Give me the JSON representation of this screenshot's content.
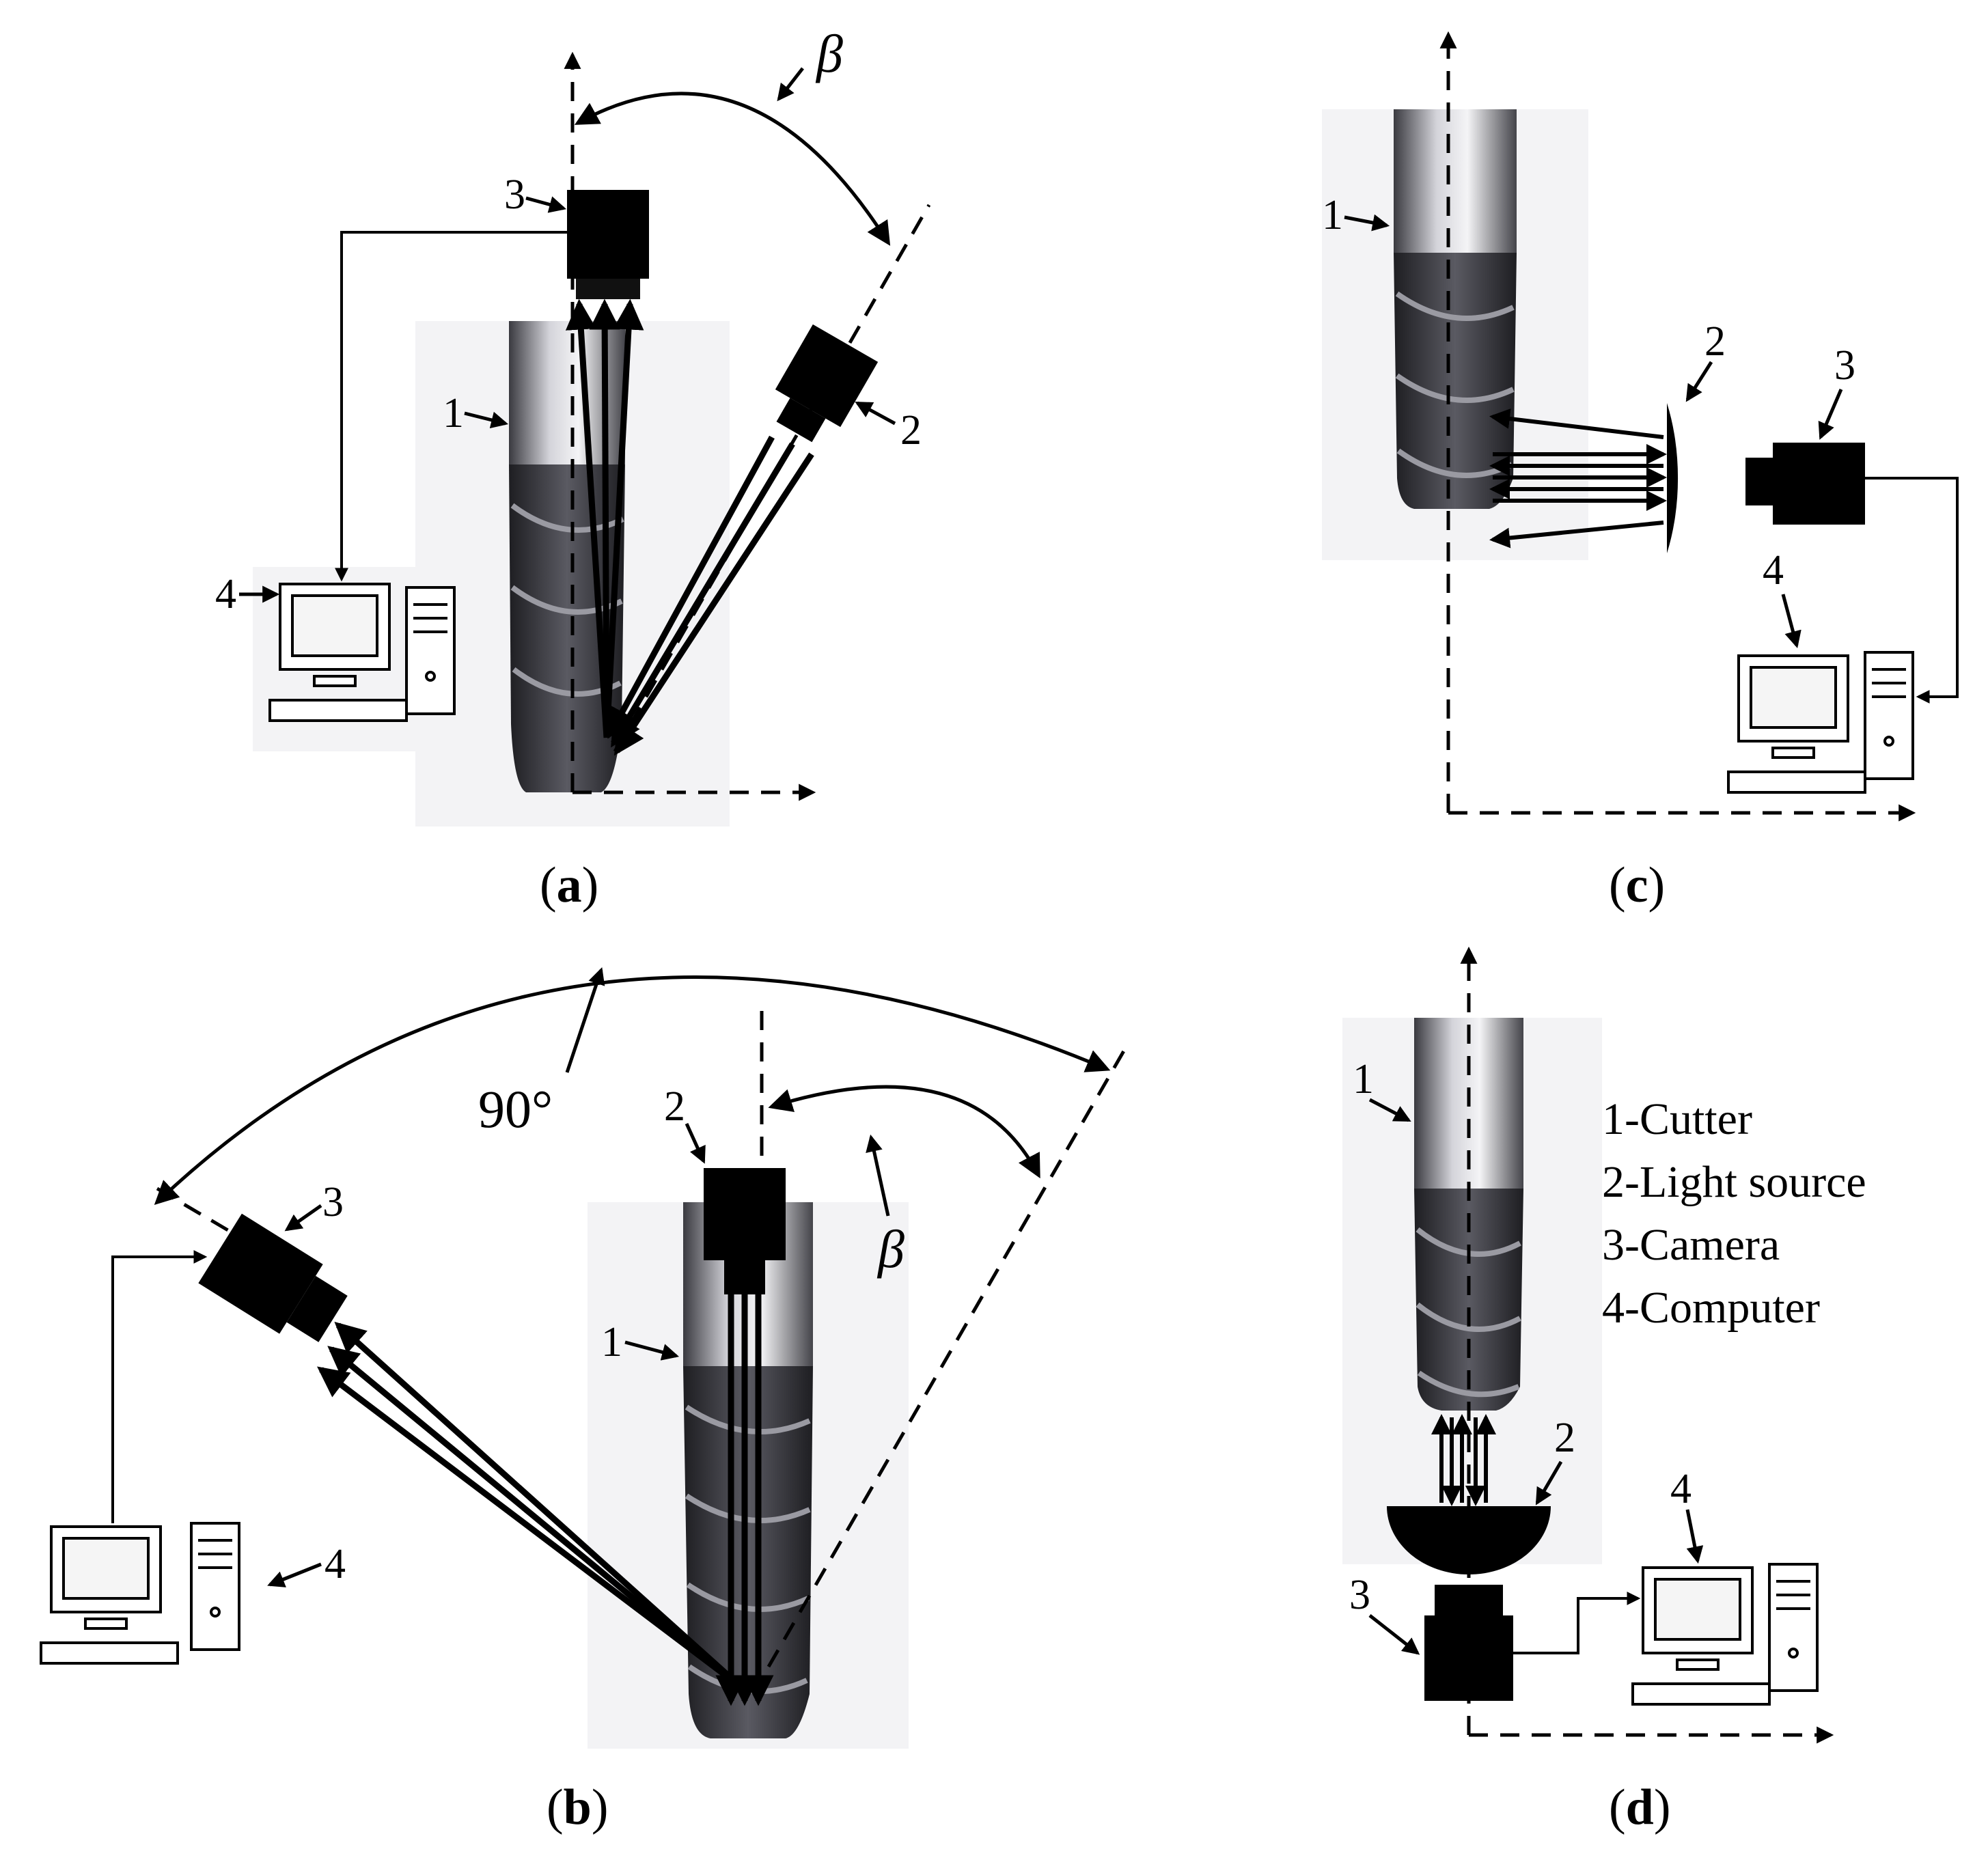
{
  "panels": [
    {
      "caption": "(a)",
      "caption_letter": "a",
      "labels": {
        "cutter": "1",
        "light": "2",
        "camera": "3",
        "computer": "4",
        "angle": "β"
      }
    },
    {
      "caption": "(b)",
      "caption_letter": "b",
      "labels": {
        "cutter": "1",
        "light": "2",
        "camera": "3",
        "computer": "4",
        "angle": "β",
        "right_angle": "90°"
      }
    },
    {
      "caption": "(c)",
      "caption_letter": "c",
      "labels": {
        "cutter": "1",
        "light": "2",
        "camera": "3",
        "computer": "4"
      }
    },
    {
      "caption": "(d)",
      "caption_letter": "d",
      "labels": {
        "cutter": "1",
        "light": "2",
        "camera": "3",
        "computer": "4"
      }
    }
  ],
  "legend": [
    "1-Cutter",
    "2-Light source",
    "3-Camera",
    "4-Computer"
  ],
  "colors": {
    "ink": "#000000",
    "cutter_dark": "#2e2e33",
    "cutter_light": "#c8c8cf",
    "background_box": "#f2f2f4"
  }
}
